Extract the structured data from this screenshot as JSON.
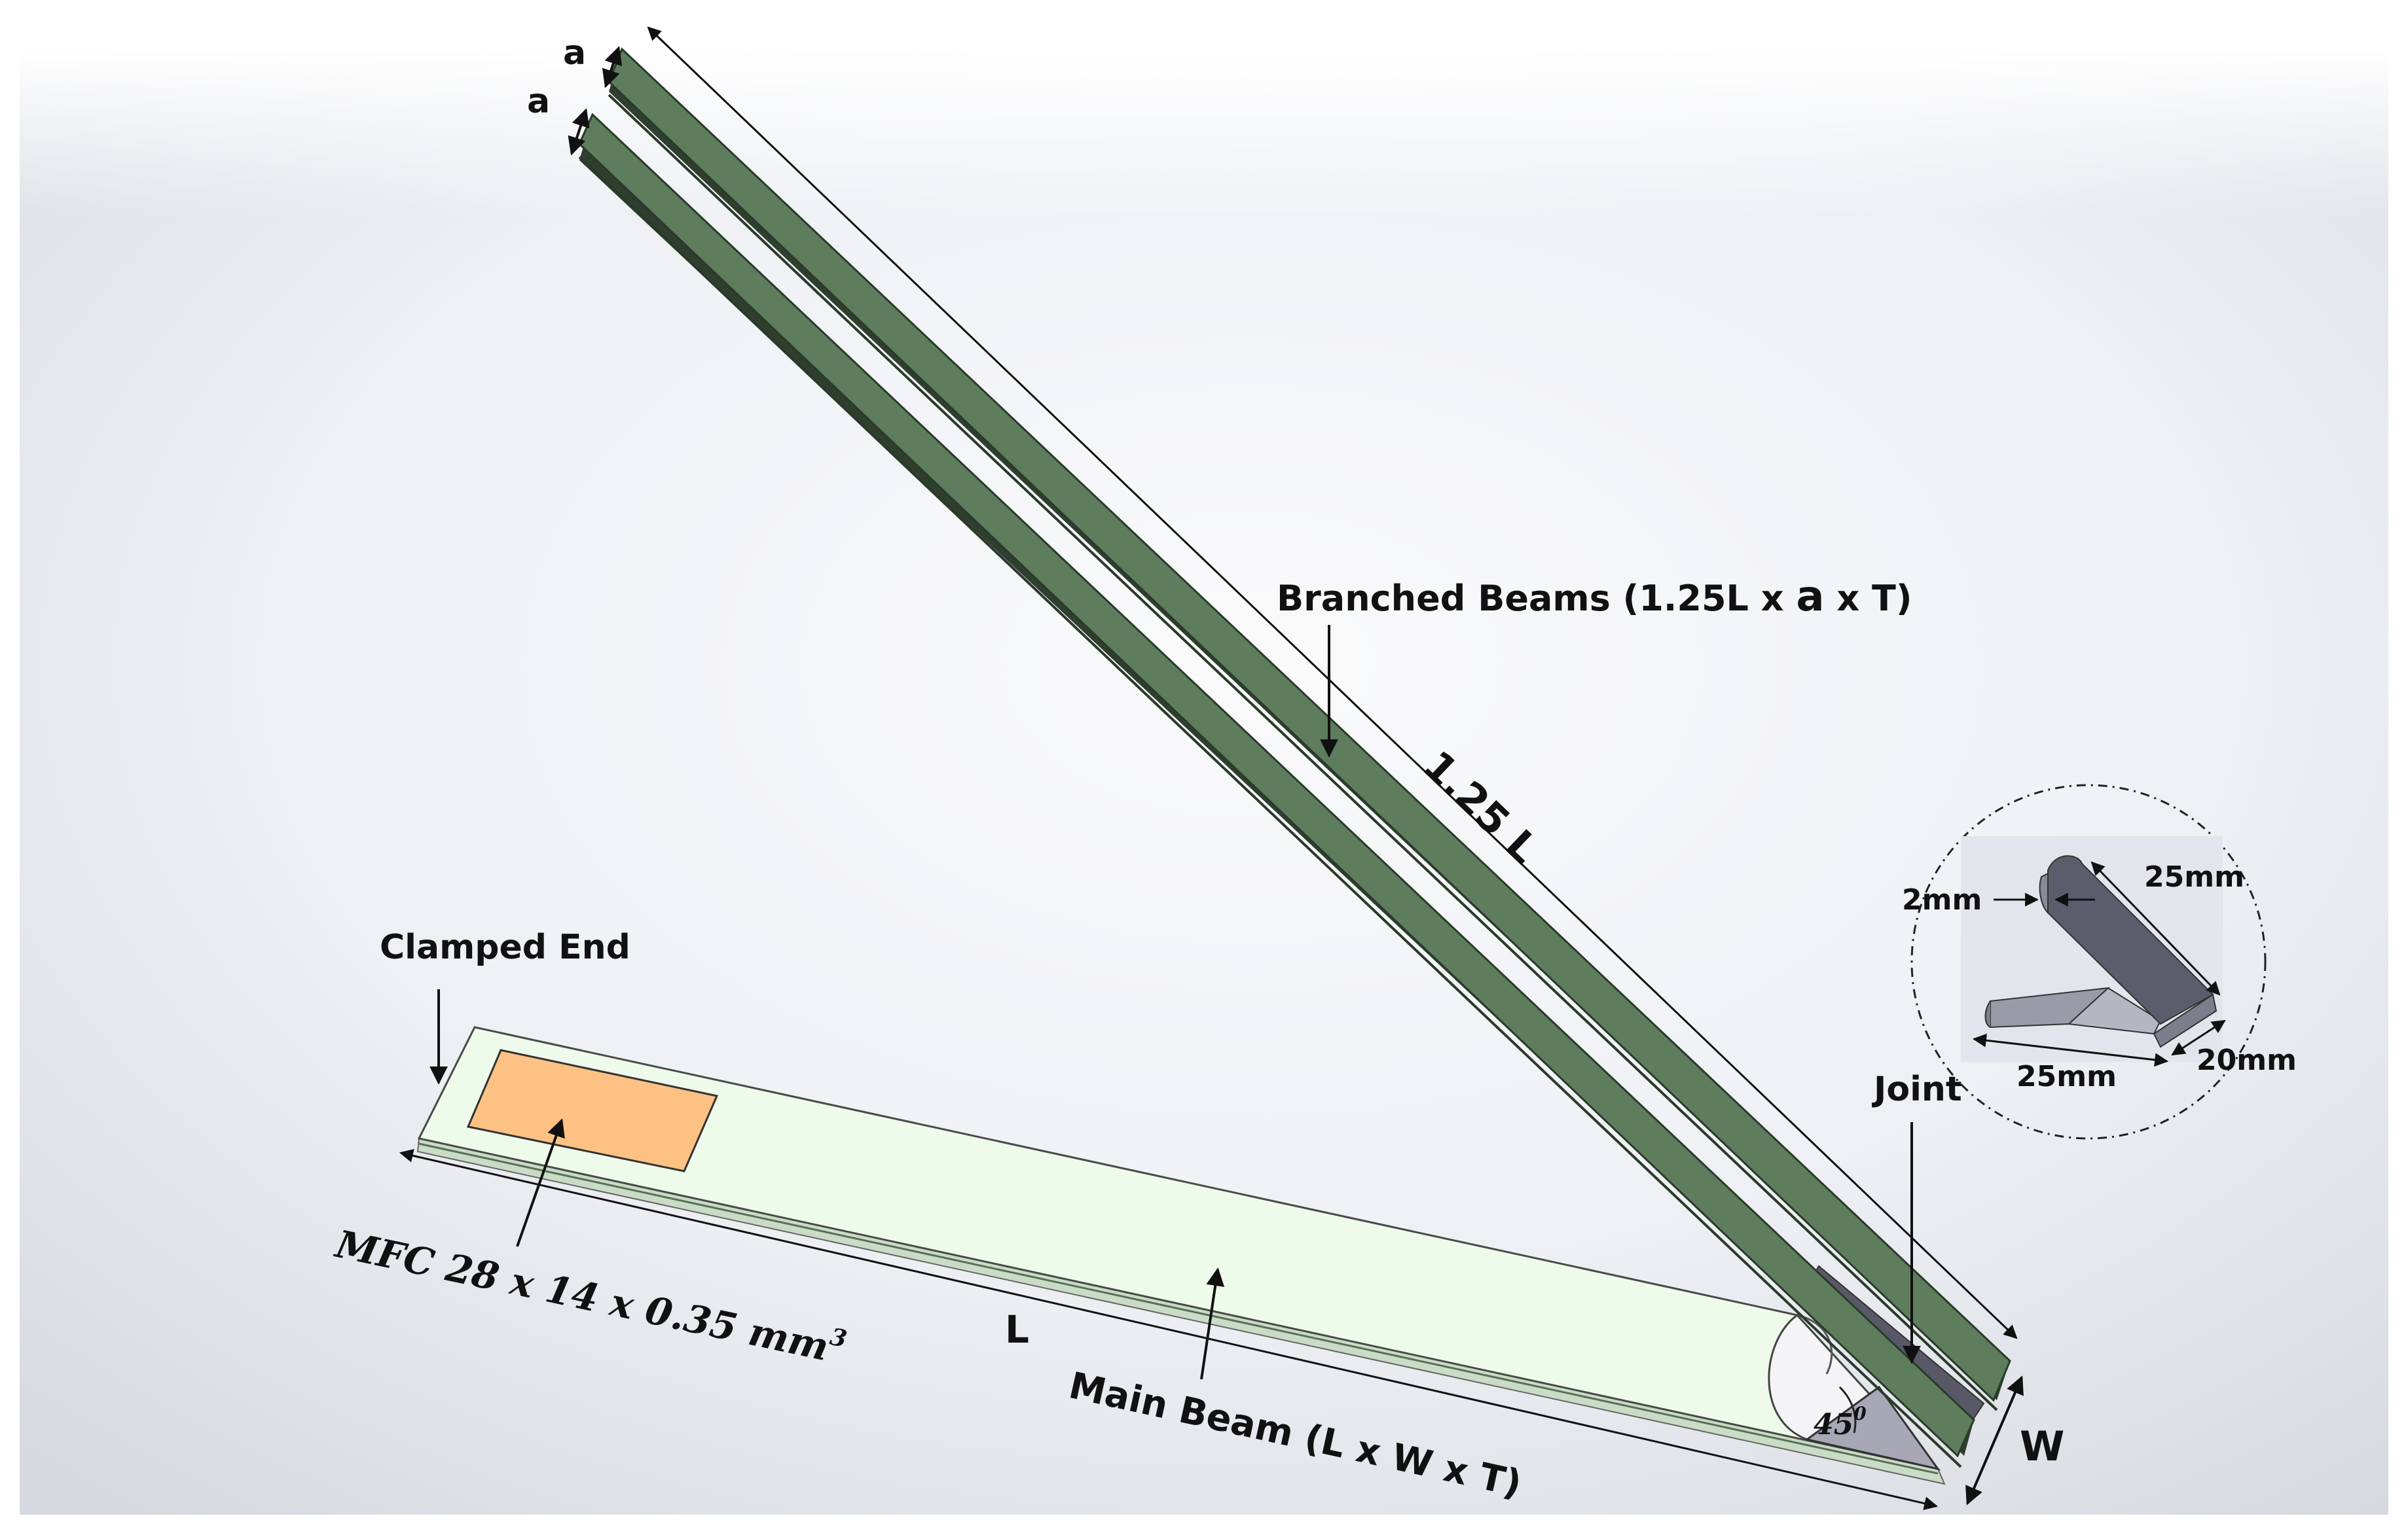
{
  "labels": {
    "dim_a_top": "a",
    "dim_a_bottom": "a",
    "branched_beams_prefix": "Branched Beams (1.25L x ",
    "branched_beams_a": "a",
    "branched_beams_suffix": " x T)",
    "branch_length": "1.25 L",
    "clamped_end": "Clamped End",
    "mfc_prefix": "MFC 28 x 14 x 0.35 mm",
    "mfc_exp": "3",
    "main_length": "L",
    "main_beam": "Main Beam (L x W x T)",
    "width": "W",
    "joint": "Joint",
    "angle": "45",
    "angle_sup": "0"
  },
  "joint_detail": {
    "thickness": "2mm",
    "top_length": "25mm",
    "bottom_length": "25mm",
    "width": "20mm"
  },
  "colors": {
    "branch_beam": "#5d7d5d",
    "main_beam": "#eefaea",
    "mfc_patch": "#fdc283",
    "joint_part": "#9a9aa8"
  }
}
